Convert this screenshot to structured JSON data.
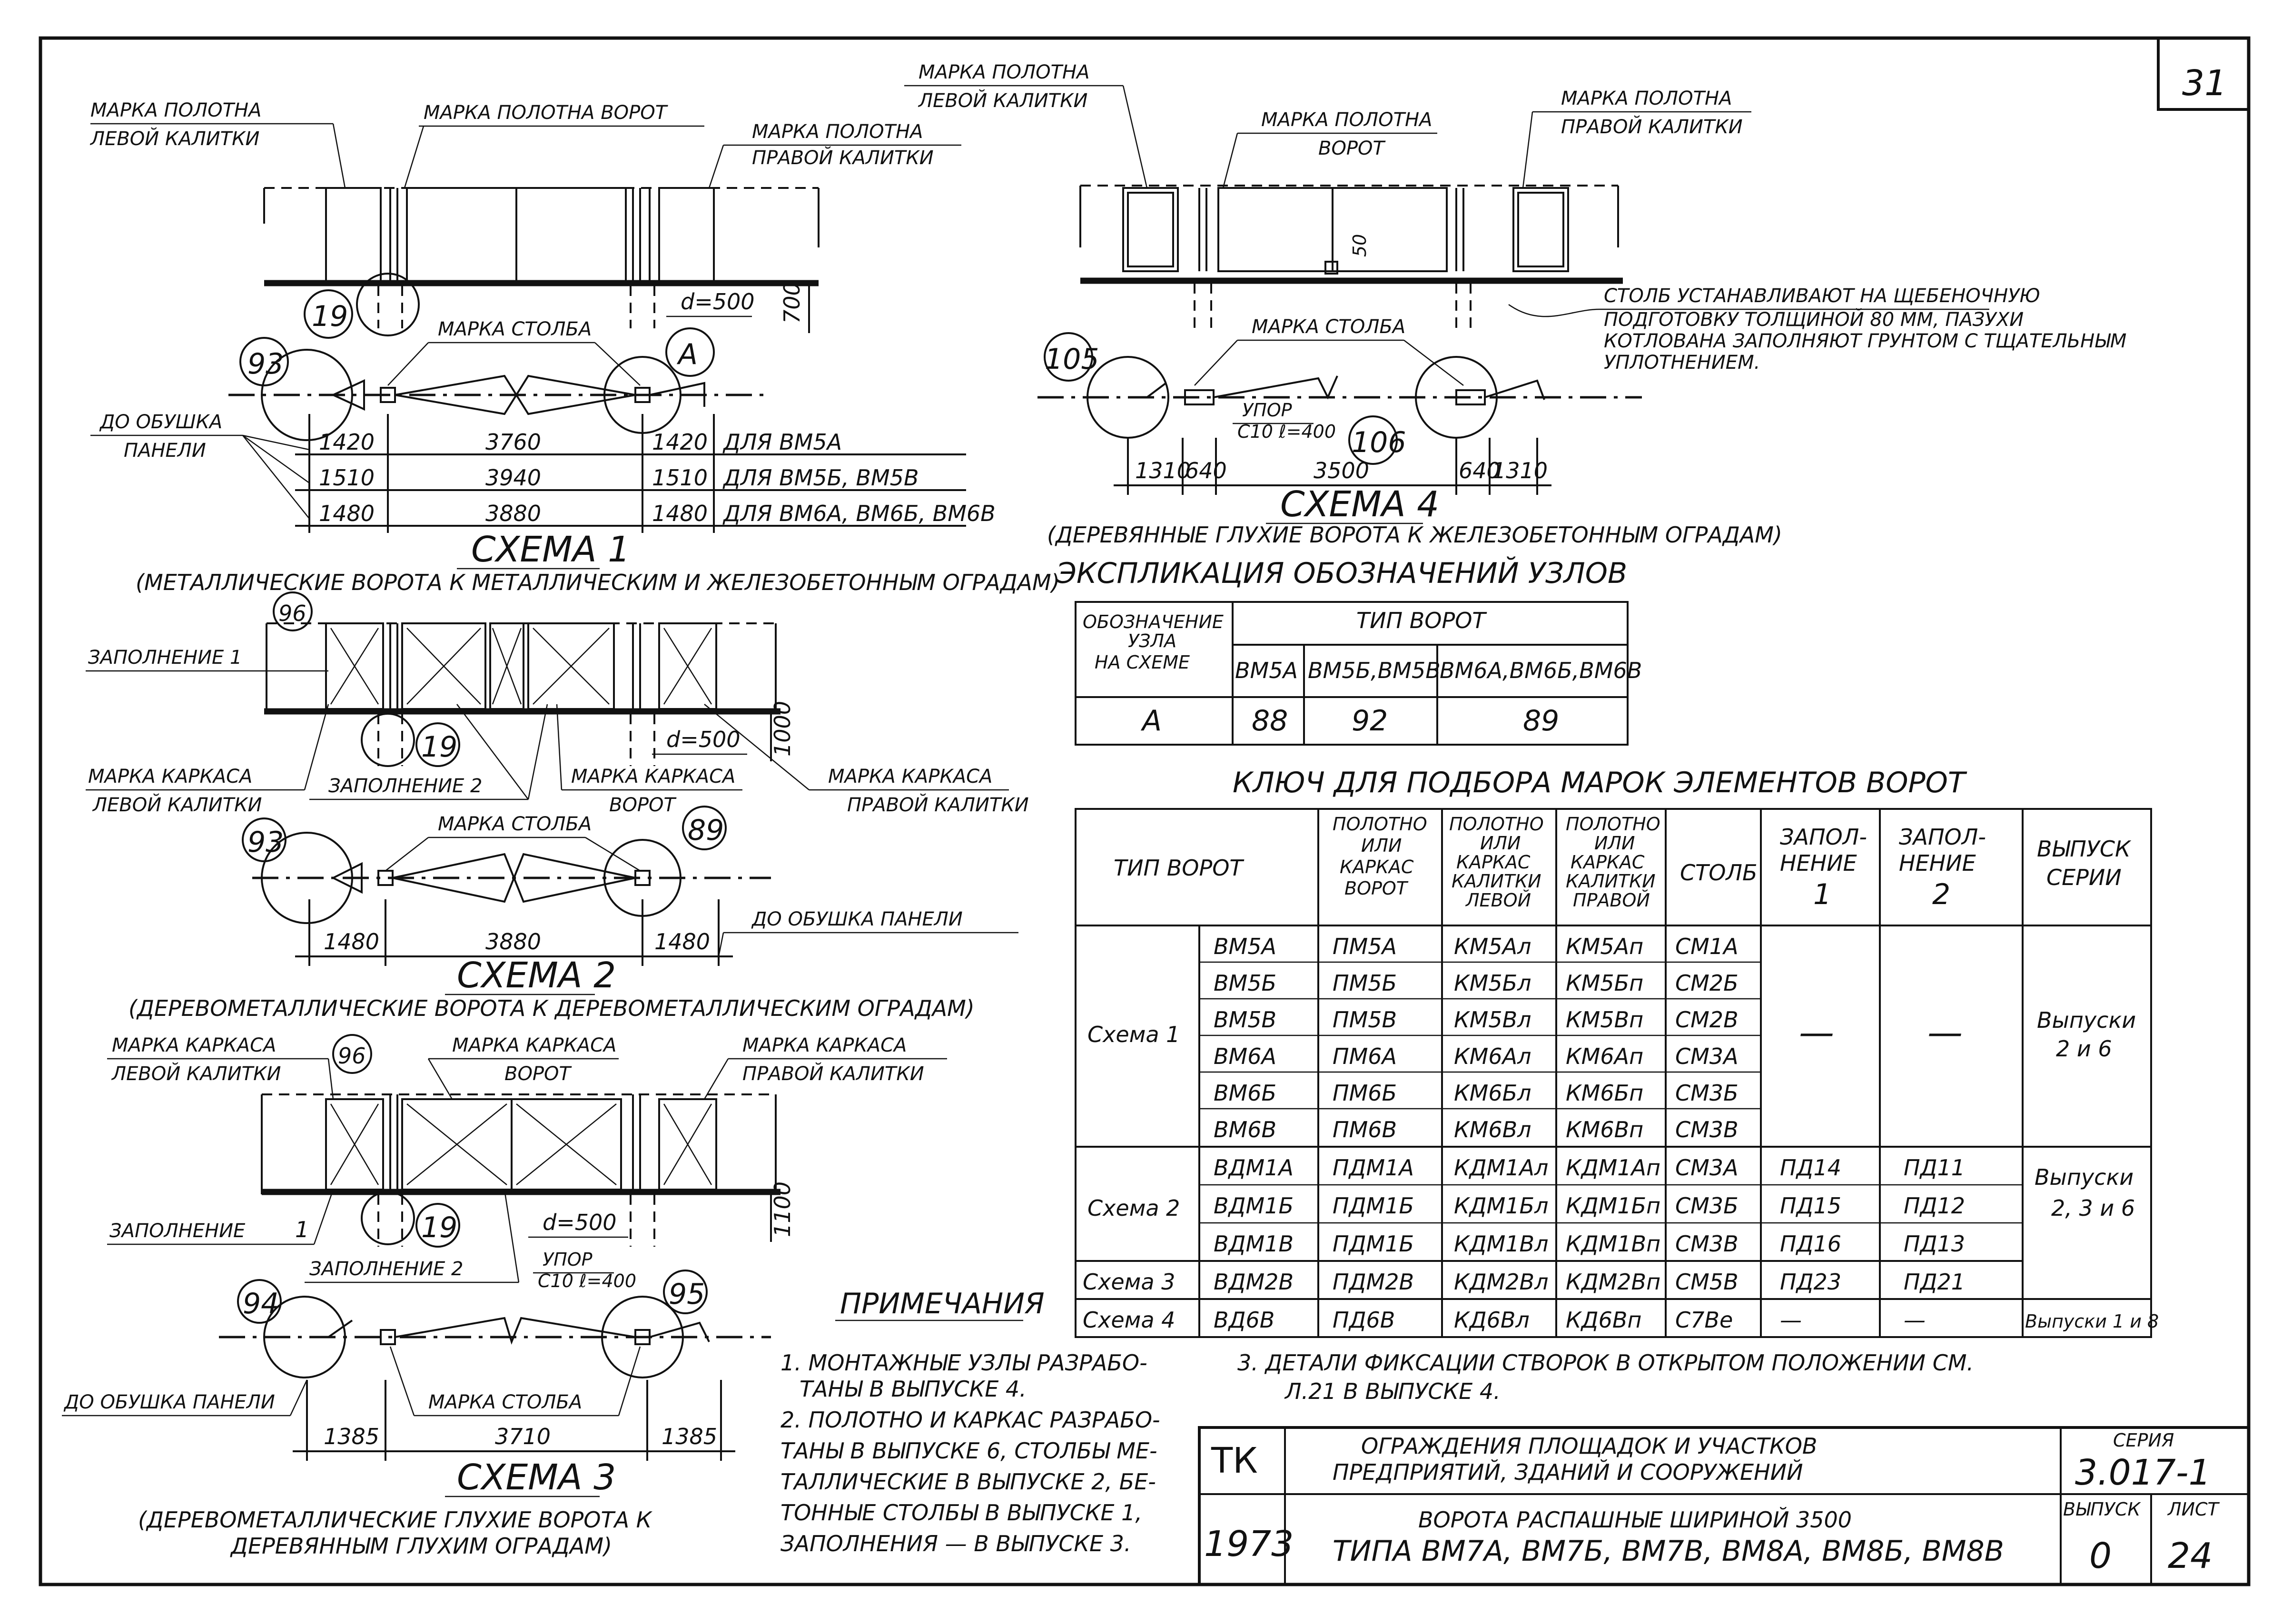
{
  "sheet": {
    "number": "31"
  },
  "labels": {
    "left_wicket": [
      "МАРКА ПОЛОТНА",
      "ЛЕВОЙ КАЛИТКИ"
    ],
    "gate_leaf": "МАРКА ПОЛОТНА ВОРОТ",
    "right_wicket": [
      "МАРКА ПОЛОТНА",
      "ПРАВОЙ КАЛИТКИ"
    ],
    "post_mark": "МАРКА СТОЛБА",
    "to_panel_edge": [
      "ДО ОБУШКА",
      "ПАНЕЛИ"
    ],
    "to_panel_edge_one": "ДО ОБУШКА ПАНЕЛИ",
    "fill_1": "ЗАПОЛНЕНИЕ 1",
    "fill_2": "ЗАПОЛНЕНИЕ 2",
    "fill_word": "ЗАПОЛНЕНИЕ",
    "frame_left": [
      "МАРКА КАРКАСА",
      "ЛЕВОЙ КАЛИТКИ"
    ],
    "frame_gate": [
      "МАРКА КАРКАСА",
      "ВОРОТ"
    ],
    "frame_right": [
      "МАРКА КАРКАСА",
      "ПРАВОЙ КАЛИТКИ"
    ],
    "gate_leaf_2": [
      "МАРКА ПОЛОТНА",
      "ВОРОТ"
    ],
    "stop": [
      "УПОР",
      "С10 ℓ=400"
    ],
    "d500": "d=500",
    "h700": "700",
    "h1000": "1000",
    "h1100": "1100",
    "d50": "50",
    "post_note": [
      "СТОЛБ УСТАНАВЛИВАЮТ НА ЩЕБЕНОЧНУЮ",
      "ПОДГОТОВКУ ТОЛЩИНОЙ 80 ММ, ПАЗУХИ",
      "КОТЛОВАНА ЗАПОЛНЯЮТ ГРУНТОМ С ТЩАТЕЛЬНЫМ",
      "УПЛОТНЕНИЕМ."
    ]
  },
  "nodes": {
    "n19": "19",
    "n93": "93",
    "nA": "А",
    "n96": "96",
    "n89": "89",
    "n94": "94",
    "n95": "95",
    "n105": "105",
    "n106": "106"
  },
  "schema1": {
    "title": "СХЕМА 1",
    "caption": "(МЕТАЛЛИЧЕСКИЕ ВОРОТА К МЕТАЛЛИЧЕСКИМ И ЖЕЛЕЗОБЕТОННЫМ ОГРАДАМ)",
    "dims": [
      {
        "a": "1420",
        "b": "3760",
        "c": "1420",
        "for": "ДЛЯ ВМ5А"
      },
      {
        "a": "1510",
        "b": "3940",
        "c": "1510",
        "for": "ДЛЯ ВМ5Б, ВМ5В"
      },
      {
        "a": "1480",
        "b": "3880",
        "c": "1480",
        "for": "ДЛЯ ВМ6А, ВМ6Б, ВМ6В"
      }
    ]
  },
  "schema2": {
    "title": "СХЕМА 2",
    "caption": "(ДЕРЕВОМЕТАЛЛИЧЕСКИЕ ВОРОТА К ДЕРЕВОМЕТАЛЛИЧЕСКИМ ОГРАДАМ)",
    "dims": [
      "1480",
      "3880",
      "1480"
    ]
  },
  "schema3": {
    "title": "СХЕМА 3",
    "caption": [
      "(ДЕРЕВОМЕТАЛЛИЧЕСКИЕ ГЛУХИЕ ВОРОТА К",
      "ДЕРЕВЯННЫМ ГЛУХИМ ОГРАДАМ)"
    ],
    "dims": [
      "1385",
      "3710",
      "1385"
    ]
  },
  "schema4": {
    "title": "СХЕМА 4",
    "caption": "(ДЕРЕВЯННЫЕ ГЛУХИЕ ВОРОТА К ЖЕЛЕЗОБЕТОННЫМ ОГРАДАМ)",
    "dims": [
      "1310",
      "640",
      "3500",
      "640",
      "1310"
    ]
  },
  "explication": {
    "title": "ЭКСПЛИКАЦИЯ ОБОЗНАЧЕНИЙ УЗЛОВ",
    "col0": [
      "ОБОЗНАЧЕНИЕ",
      "УЗЛА",
      "НА СХЕМЕ"
    ],
    "group": "ТИП ВОРОТ",
    "cols": [
      "ВМ5А",
      "ВМ5Б,ВМ5В",
      "ВМ6А,ВМ6Б,ВМ6В"
    ],
    "row": [
      "А",
      "88",
      "92",
      "89"
    ]
  },
  "key_table": {
    "title": "КЛЮЧ ДЛЯ ПОДБОРА МАРОК ЭЛЕМЕНТОВ ВОРОТ",
    "headers": {
      "type": "ТИП ВОРОТ",
      "leaf": [
        "ПОЛОТНО",
        "ИЛИ",
        "КАРКАС",
        "ВОРОТ"
      ],
      "left": [
        "ПОЛОТНО",
        "ИЛИ",
        "КАРКАС",
        "КАЛИТКИ",
        "ЛЕВОЙ"
      ],
      "right": [
        "ПОЛОТНО",
        "ИЛИ",
        "КАРКАС",
        "КАЛИТКИ",
        "ПРАВОЙ"
      ],
      "post": "СТОЛБ",
      "fill1": [
        "ЗАПОЛ-",
        "НЕНИЕ",
        "1"
      ],
      "fill2": [
        "ЗАПОЛ-",
        "НЕНИЕ",
        "2"
      ],
      "issue": [
        "ВЫПУСК",
        "СЕРИИ"
      ]
    },
    "groups": [
      {
        "name": "Схема 1",
        "fill1": "—",
        "fill2": "—",
        "issue": [
          "Выпуски",
          "2 и 6"
        ],
        "rows": [
          [
            "ВМ5А",
            "ПМ5А",
            "КМ5Ал",
            "КМ5Ап",
            "СМ1А"
          ],
          [
            "ВМ5Б",
            "ПМ5Б",
            "КМ5Бл",
            "КМ5Бп",
            "СМ2Б"
          ],
          [
            "ВМ5В",
            "ПМ5В",
            "КМ5Вл",
            "КМ5Вп",
            "СМ2В"
          ],
          [
            "ВМ6А",
            "ПМ6А",
            "КМ6Ал",
            "КМ6Ап",
            "СМ3А"
          ],
          [
            "ВМ6Б",
            "ПМ6Б",
            "КМ6Бл",
            "КМ6Бп",
            "СМ3Б"
          ],
          [
            "ВМ6В",
            "ПМ6В",
            "КМ6Вл",
            "КМ6Вп",
            "СМ3В"
          ]
        ]
      },
      {
        "name": "Схема 2",
        "issue": [
          "Выпуски",
          "2, 3 и 6"
        ],
        "rows": [
          [
            "ВДМ1А",
            "ПДМ1А",
            "КДМ1Ал",
            "КДМ1Ап",
            "СМ3А",
            "ПД14",
            "ПД11"
          ],
          [
            "ВДМ1Б",
            "ПДМ1Б",
            "КДМ1Бл",
            "КДМ1Бп",
            "СМ3Б",
            "ПД15",
            "ПД12"
          ],
          [
            "ВДМ1В",
            "ПДМ1Б",
            "КДМ1Вл",
            "КДМ1Вп",
            "СМ3В",
            "ПД16",
            "ПД13"
          ]
        ]
      },
      {
        "name": "Схема 3",
        "rows": [
          [
            "ВДМ2В",
            "ПДМ2В",
            "КДМ2Вл",
            "КДМ2Вп",
            "СМ5В",
            "ПД23",
            "ПД21"
          ]
        ]
      },
      {
        "name": "Схема 4",
        "issue_single": "Выпуски 1 и 8",
        "rows": [
          [
            "ВД6В",
            "ПД6В",
            "КД6Вл",
            "КД6Вп",
            "С7Ве",
            "—",
            "—"
          ]
        ]
      }
    ]
  },
  "notes": {
    "title": "ПРИМЕЧАНИЯ",
    "items": [
      "1. МОНТАЖНЫЕ УЗЛЫ РАЗРАБО-",
      "ТАНЫ В ВЫПУСКЕ 4.",
      "2. ПОЛОТНО И КАРКАС РАЗРАБО-",
      "ТАНЫ В ВЫПУСКЕ 6, СТОЛБЫ МЕ-",
      "ТАЛЛИЧЕСКИЕ В ВЫПУСКЕ 2, БЕ-",
      "ТОННЫЕ СТОЛБЫ В ВЫПУСКЕ 1,",
      "ЗАПОЛНЕНИЯ — В ВЫПУСКЕ 3."
    ],
    "note3": [
      "3. ДЕТАЛИ ФИКСАЦИИ СТВОРОК В ОТКРЫТОМ ПОЛОЖЕНИИ СМ.",
      "Л.21 В ВЫПУСКЕ 4."
    ]
  },
  "title_block": {
    "tk": "ТК",
    "year": "1973",
    "line1": "ОГРАЖДЕНИЯ ПЛОЩАДОК И УЧАСТКОВ",
    "line2": "ПРЕДПРИЯТИЙ, ЗДАНИЙ И СООРУЖЕНИЙ",
    "line3": "ВОРОТА РАСПАШНЫЕ ШИРИНОЙ 3500",
    "line4": "ТИПА ВМ7А, ВМ7Б, ВМ7В, ВМ8А, ВМ8Б, ВМ8В",
    "series_label": "СЕРИЯ",
    "series": "3.017-1",
    "issue_label": "ВЫПУСК",
    "issue": "0",
    "sheet_label": "ЛИСТ",
    "sheet": "24"
  }
}
